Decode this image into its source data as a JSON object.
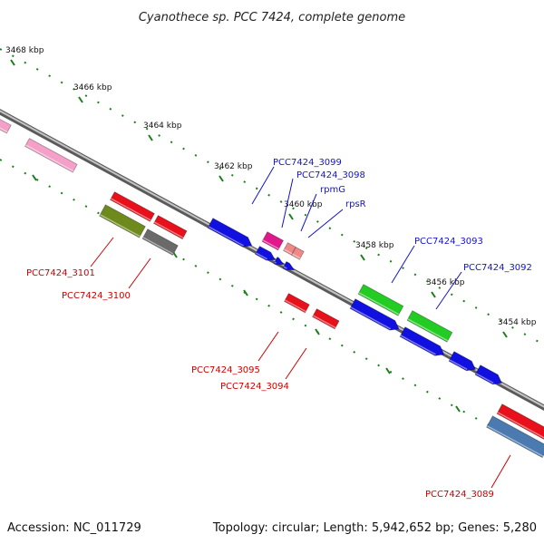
{
  "title": "Cyanothece sp. PCC 7424, complete genome",
  "footer": {
    "accession": "Accession: NC_011729",
    "summary": "Topology: circular; Length: 5,942,652 bp; Genes: 5,280"
  },
  "colors": {
    "backbone": "#8c8c8c",
    "tick": "#1a7f1a",
    "label_forward": "#1414c8",
    "label_reverse": "#cc0000"
  },
  "ticks": [
    "3468 kbp",
    "3466 kbp",
    "3464 kbp",
    "3462 kbp",
    "3460 kbp",
    "3458 kbp",
    "3456 kbp",
    "3454 kbp"
  ],
  "gene_labels": {
    "forward": [
      "PCC7424_3099",
      "PCC7424_3098",
      "rpmG",
      "rpsR",
      "PCC7424_3093",
      "PCC7424_3092"
    ],
    "reverse": [
      "PCC7424_3101",
      "PCC7424_3100",
      "PCC7424_3095",
      "PCC7424_3094",
      "PCC7424_3089"
    ]
  },
  "legend_items": []
}
